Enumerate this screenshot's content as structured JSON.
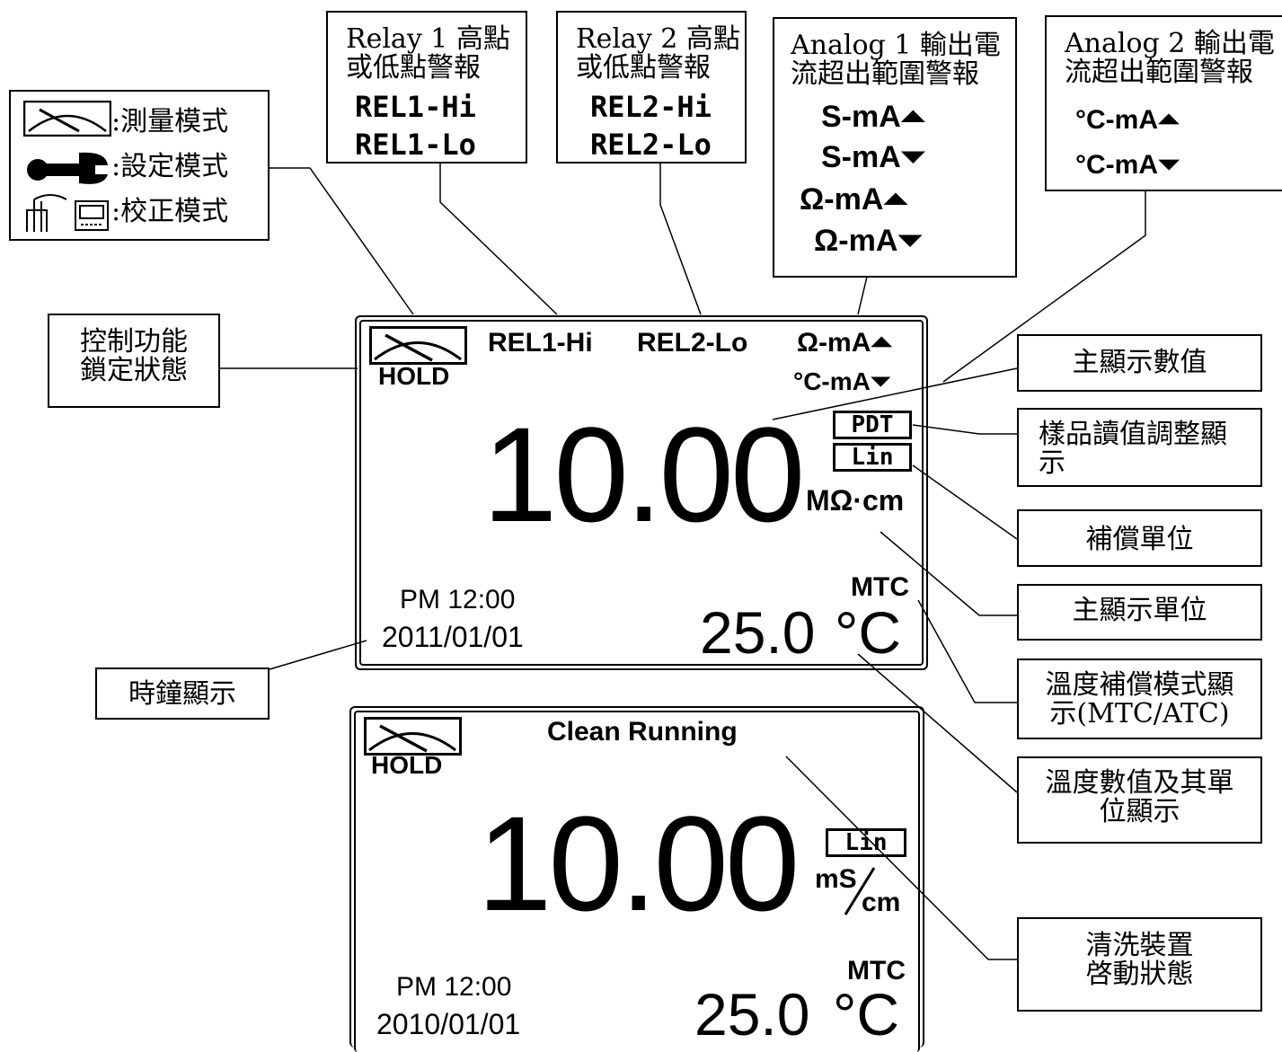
{
  "mode_legend": {
    "measure": ":測量模式",
    "setting": ":設定模式",
    "calibration": ":校正模式"
  },
  "callouts": {
    "relay1_title_line1": "Relay 1 高點",
    "relay1_title_line2": "或低點警報",
    "relay1_hi": "REL1-Hi",
    "relay1_lo": "REL1-Lo",
    "relay2_title_line1": "Relay 2 高點",
    "relay2_title_line2": "或低點警報",
    "relay2_hi": "REL2-Hi",
    "relay2_lo": "REL2-Lo",
    "analog1_title_line1": "Analog 1 輸出電",
    "analog1_title_line2": "流超出範圍警報",
    "analog1_items": [
      "S-mA",
      "S-mA",
      "Ω-mA",
      "Ω-mA"
    ],
    "analog2_title_line1": "Analog 2 輸出電",
    "analog2_title_line2": "流超出範圍警報",
    "analog2_items": [
      "°C-mA",
      "°C-mA"
    ],
    "lock_line1": "控制功能",
    "lock_line2": "鎖定狀態",
    "main_value": "主顯示數值",
    "pdt_line1": "樣品讀值調整顯",
    "pdt_line2": "示",
    "comp_unit": "補償單位",
    "main_unit": "主顯示單位",
    "tc_mode_line1": "溫度補償模式顯",
    "tc_mode_line2": "示(MTC/ATC)",
    "temp_line1": "溫度數值及其單",
    "temp_line2": "位顯示",
    "clock": "時鐘顯示",
    "clean_line1": "清洗裝置",
    "clean_line2": "啓動狀態"
  },
  "screen1": {
    "hold": "HOLD",
    "rel1": "REL1-Hi",
    "rel2": "REL2-Lo",
    "analog1": "Ω-mA",
    "analog2": "°C-mA",
    "pdt": "PDT",
    "lin": "Lin",
    "value": "10.00",
    "unit": "MΩ·cm",
    "time": "PM 12:00",
    "date": "2011/01/01",
    "tc_mode": "MTC",
    "temperature": "25.0",
    "temp_unit": "°C"
  },
  "screen2": {
    "hold": "HOLD",
    "status": "Clean Running",
    "lin": "Lin",
    "value": "10.00",
    "unit_top": "mS",
    "unit_bottom": "cm",
    "time": "PM 12:00",
    "date": "2010/01/01",
    "tc_mode": "MTC",
    "temperature": "25.0",
    "temp_unit": "°C"
  }
}
